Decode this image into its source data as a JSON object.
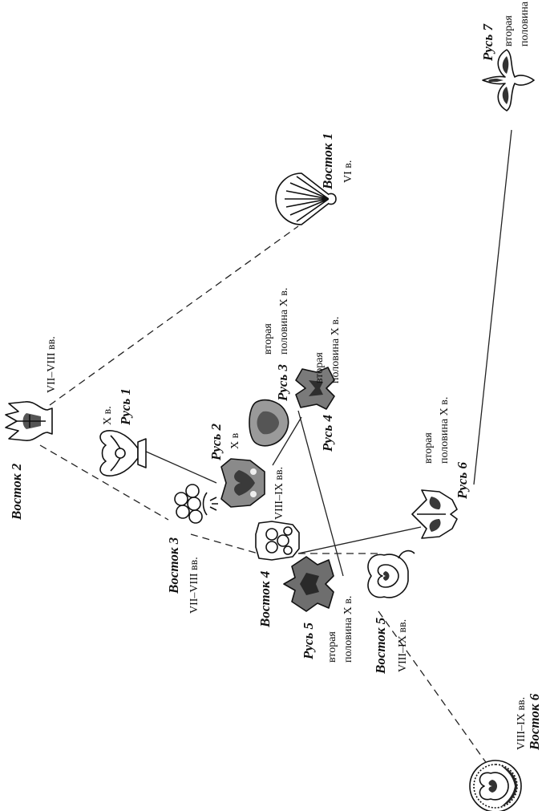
{
  "figure": {
    "nodes": [
      {
        "id": "vostok2",
        "name": "Восток 2",
        "date": [
          "VII–VIII вв."
        ]
      },
      {
        "id": "vostok1",
        "name": "Восток 1",
        "date": [
          "VI в."
        ]
      },
      {
        "id": "rus7",
        "name": "Русь 7",
        "date": [
          "вторая",
          "половина X в."
        ]
      },
      {
        "id": "rus1",
        "name": "Русь 1",
        "date": [
          "X в."
        ]
      },
      {
        "id": "rus2",
        "name": "Русь 2",
        "date": [
          "X в"
        ]
      },
      {
        "id": "rus3",
        "name": "Русь 3",
        "date": [
          "вторая",
          "половина X в."
        ]
      },
      {
        "id": "rus4",
        "name": "Русь 4",
        "date": [
          "вторая",
          "половина X в."
        ]
      },
      {
        "id": "vostok3",
        "name": "Восток 3",
        "date": [
          "VII–VIII вв."
        ]
      },
      {
        "id": "vostok4",
        "name": "Восток 4",
        "date": [
          "VIII–IX вв."
        ]
      },
      {
        "id": "rus5",
        "name": "Русь 5",
        "date": [
          "вторая",
          "половина X в."
        ]
      },
      {
        "id": "vostok5",
        "name": "Восток 5",
        "date": [
          "VIII–IX вв."
        ]
      },
      {
        "id": "rus6",
        "name": "Русь 6",
        "date": [
          "вторая",
          "половина X в."
        ]
      },
      {
        "id": "vostok6",
        "name": "Восток 6",
        "date": [
          "VIII–IX вв."
        ]
      }
    ]
  }
}
